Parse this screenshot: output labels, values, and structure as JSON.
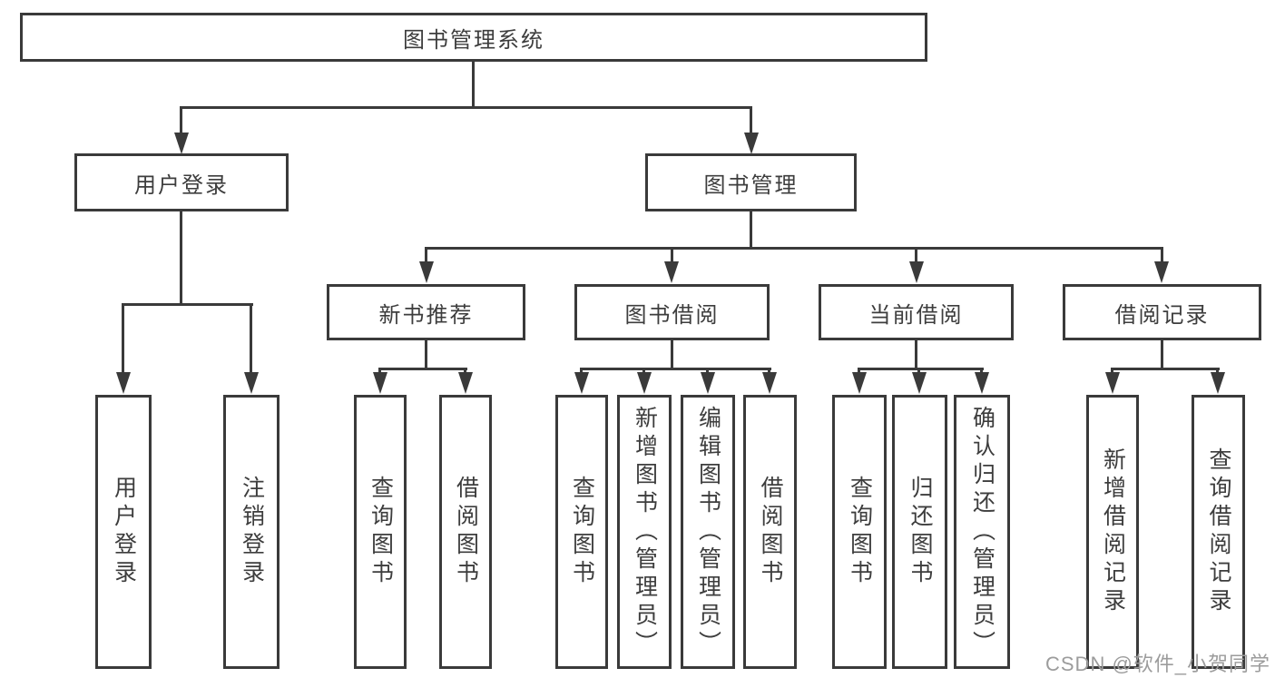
{
  "title": "图书管理系统",
  "watermark": "CSDN @软件_小贺同学",
  "colors": {
    "line": "#3a3a3a",
    "text": "#3d3d3d",
    "watermark": "#9c9c9c",
    "background": "#ffffff"
  },
  "level2": {
    "userLogin": "用户登录",
    "bookManagement": "图书管理"
  },
  "level3": {
    "newBookRecommend": "新书推荐",
    "bookBorrow": "图书借阅",
    "currentBorrow": "当前借阅",
    "borrowRecords": "借阅记录"
  },
  "leaves": {
    "userLogin": [
      "用户登录",
      "注销登录"
    ],
    "newBookRecommend": [
      "查询图书",
      "借阅图书"
    ],
    "bookBorrow": [
      "查询图书",
      "新增图书（管理员）",
      "编辑图书（管理员）",
      "借阅图书"
    ],
    "currentBorrow": [
      "查询图书",
      "归还图书",
      "确认归还（管理员）"
    ],
    "borrowRecords": [
      "新增借阅记录",
      "查询借阅记录"
    ]
  }
}
